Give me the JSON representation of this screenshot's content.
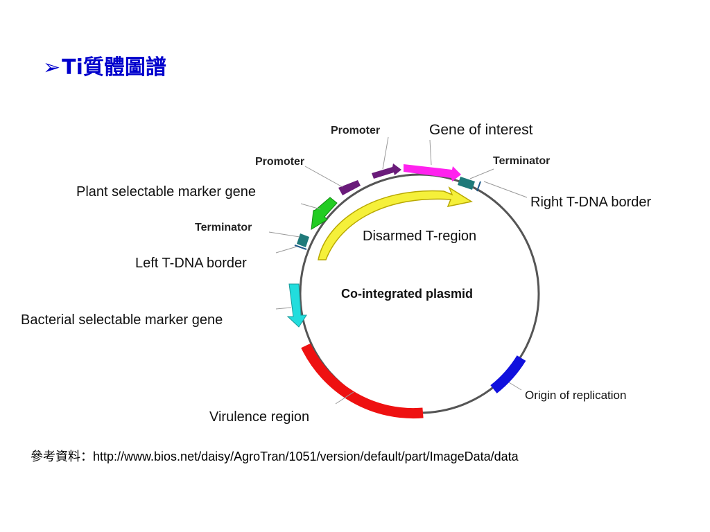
{
  "title": {
    "bullet": "➢",
    "text": "Ti質體圖譜"
  },
  "diagram": {
    "center_label": "Co-integrated plasmid",
    "labels": {
      "promoter_top": "Promoter",
      "gene_of_interest": "Gene of interest",
      "terminator_right": "Terminator",
      "right_border": "Right T-DNA border",
      "promoter_left": "Promoter",
      "plant_marker": "Plant selectable marker gene",
      "terminator_left": "Terminator",
      "disarmed": "Disarmed T-region",
      "left_border": "Left T-DNA border",
      "bacterial_marker": "Bacterial selectable marker gene",
      "virulence": "Virulence region",
      "origin": "Origin of replication"
    },
    "colors": {
      "promoter": "#6a1b7a",
      "gene_of_interest": "#ff22ee",
      "terminator": "#1f7a7a",
      "plant_marker": "#22cc22",
      "bacterial_marker": "#22dddd",
      "virulence": "#ee1111",
      "origin": "#1111dd",
      "disarmed_arrow": "#f5f03a",
      "backbone": "#555555"
    }
  },
  "footer": {
    "label": "參考資料：",
    "url": "http://www.bios.net/daisy/AgroTran/1051/version/default/part/ImageData/data"
  }
}
